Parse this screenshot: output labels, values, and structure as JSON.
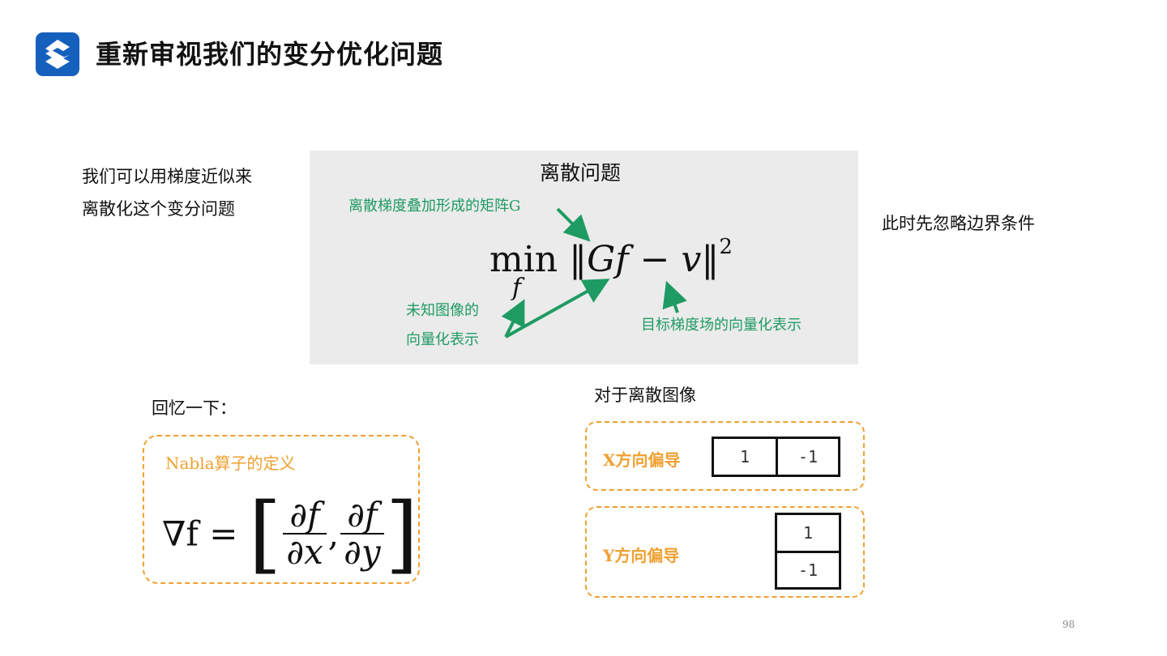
{
  "header": {
    "title": "重新审视我们的变分优化问题",
    "logo_icon": "s-logo-icon"
  },
  "left_text": {
    "line1": "我们可以用梯度近似来",
    "line2": "离散化这个变分问题"
  },
  "panel": {
    "title": "离散问题",
    "annotation_G": "离散梯度叠加形成的矩阵G",
    "annotation_unknown_line1": "未知图像的",
    "annotation_unknown_line2": "向量化表示",
    "annotation_target": "目标梯度场的向量化表示",
    "formula": {
      "min": "min",
      "sub": "f",
      "body_open": "‖",
      "G": "G",
      "f": "f",
      "minus": "−",
      "v": "v",
      "body_close": "‖",
      "power": "2"
    }
  },
  "right_note": "此时先忽略边界条件",
  "recall": "回忆一下：",
  "nabla": {
    "label": "Nabla算子的定义",
    "lhs": "∇f =",
    "num1": "∂f",
    "den1": "∂x",
    "num2": "∂f",
    "den2": "∂y",
    "comma": ","
  },
  "discrete": {
    "title": "对于离散图像",
    "x_label": "X方向偏导",
    "x_kernel": [
      "1",
      "-1"
    ],
    "y_label": "Y方向偏导",
    "y_kernel": [
      "1",
      "-1"
    ]
  },
  "page_number": "98",
  "colors": {
    "brand_blue": "#1560bd",
    "annotation_green": "#1e9b63",
    "accent_orange": "#f0a030",
    "panel_gray": "#ebebeb"
  }
}
